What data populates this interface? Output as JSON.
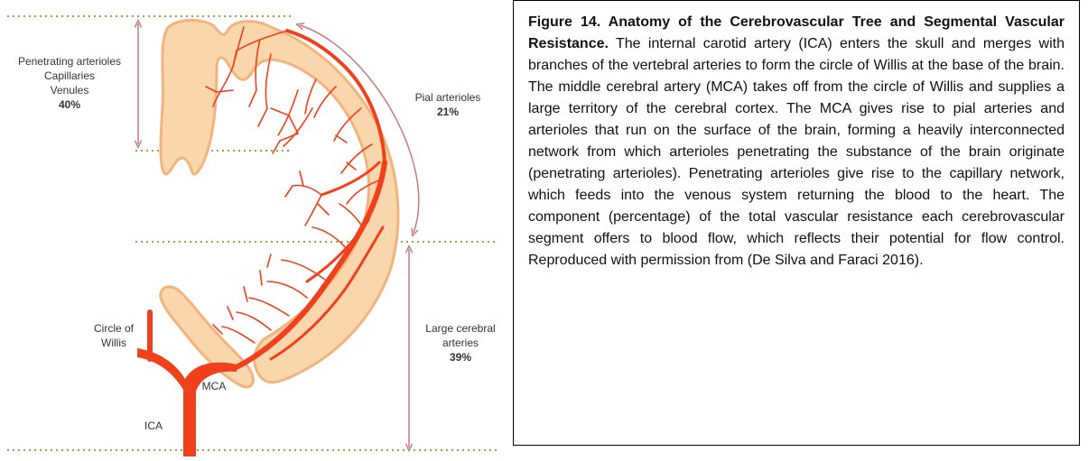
{
  "figure": {
    "labels": {
      "penetrating": [
        "Penetrating arterioles",
        "Capillaries",
        "Venules"
      ],
      "penetrating_pct": "40%",
      "pial": "Pial arterioles",
      "pial_pct": "21%",
      "large": [
        "Large cerebral",
        "arteries"
      ],
      "large_pct": "39%",
      "circle": [
        "Circle of",
        "Willis"
      ],
      "mca": "MCA",
      "ica": "ICA"
    },
    "colors": {
      "artery": "#f0401c",
      "cortex_fill": "#fad6ad",
      "cortex_edge": "#f2b37e",
      "arrow": "#c87c7c",
      "dotted": "#9aa34a"
    }
  },
  "caption": {
    "title": "Figure 14. Anatomy of the Cerebrovascular Tree and Segmental Vascular Resistance.",
    "body": " The internal carotid artery (ICA) enters the skull and merges with branches of the vertebral arteries to form the circle of Willis at the base of the brain. The middle cerebral artery (MCA) takes off from the circle of Willis and supplies a large territory of the cerebral cortex. The MCA gives rise to pial arteries and arterioles that run on the surface of the brain, forming a heavily interconnected network from which arterioles penetrating the substance of the brain originate (penetrating arterioles). Penetrating arterioles give rise to the capillary network, which feeds into the venous system returning the blood to the heart. The component (percentage) of the total vascular resistance each cerebrovascular segment offers to blood flow, which reflects their potential for flow control. Reproduced with permission from (De Silva and Faraci 2016)."
  }
}
